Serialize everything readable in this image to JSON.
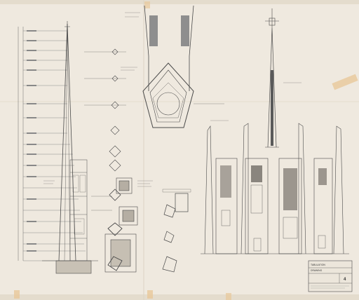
{
  "title_block": {
    "line1": "TABULATION",
    "line2": "DRAWING",
    "sheet_number": "4"
  },
  "palette": {
    "paper": "#efe9df",
    "ink": "#4a4a4a",
    "fill": "#9a9a9a",
    "tape": "#e8c89a"
  }
}
